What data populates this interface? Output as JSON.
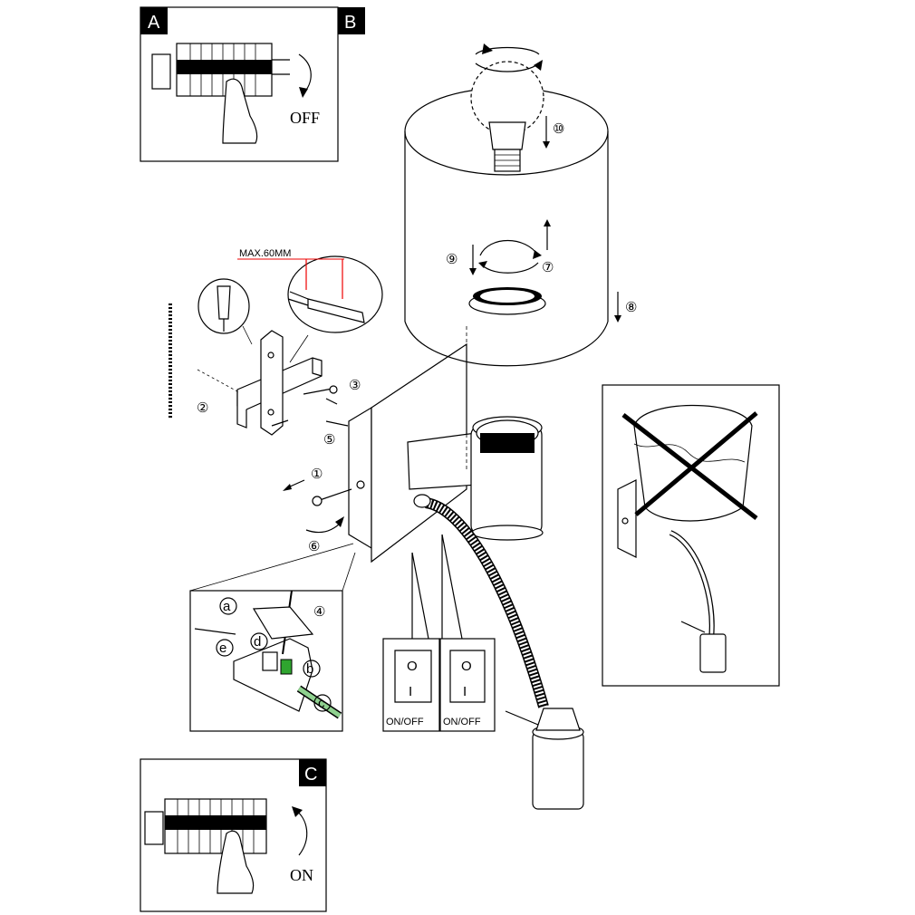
{
  "panels": {
    "a": {
      "letter": "A",
      "action": "OFF"
    },
    "b": {
      "letter": "B"
    },
    "c": {
      "letter": "C",
      "action": "ON"
    }
  },
  "dimension_label": "MAX.60MM",
  "steps": [
    "①",
    "②",
    "③",
    "④",
    "⑤",
    "⑥",
    "⑦",
    "⑧",
    "⑨",
    "⑩"
  ],
  "wiring_letters": [
    "a",
    "b",
    "c",
    "d",
    "e"
  ],
  "switches": [
    {
      "symbol_top": "O",
      "symbol_bottom": "I",
      "label": "ON/OFF"
    },
    {
      "symbol_top": "O",
      "symbol_bottom": "I",
      "label": "ON/OFF"
    }
  ]
}
